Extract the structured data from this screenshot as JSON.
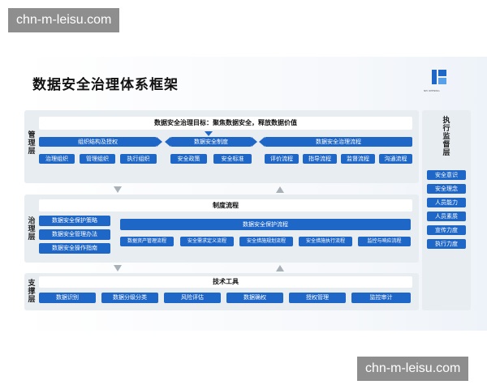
{
  "watermark": "chn-m-leisu.com",
  "title": "数据安全治理体系框架",
  "logo_subtext": "NPI OPENING",
  "management": {
    "label": "管理层",
    "goal": "数据安全治理目标：聚焦数据安全，释放数据价值",
    "group_a": "组织结构及授权",
    "group_b": "数据安全制度",
    "group_c": "数据安全治理流程",
    "items": [
      "治理组织",
      "管理组织",
      "执行组织",
      "安全政策",
      "安全标准",
      "评价流程",
      "指导流程",
      "监督流程",
      "沟通流程"
    ]
  },
  "governance": {
    "label": "治理层",
    "header": "制度流程",
    "left_items": [
      "数据安全保护策略",
      "数据安全管理办法",
      "数据安全操作指南"
    ],
    "process_title": "数据安全保护流程",
    "process_items": [
      "数据资产管理流程",
      "安全需求定义流程",
      "安全措施规划流程",
      "安全措施执行流程",
      "监控与响应流程"
    ]
  },
  "support": {
    "label": "支撑层",
    "header": "技术工具",
    "items": [
      "数据识别",
      "数据分级分类",
      "风险评估",
      "数据确权",
      "授权管理",
      "监控审计"
    ]
  },
  "execution": {
    "label": "执行监督层",
    "items": [
      "安全意识",
      "安全理念",
      "人员能力",
      "人员素质",
      "宣传力度",
      "执行力度"
    ]
  },
  "colors": {
    "accent": "#1f67c7",
    "panel": "#e8edf2"
  }
}
